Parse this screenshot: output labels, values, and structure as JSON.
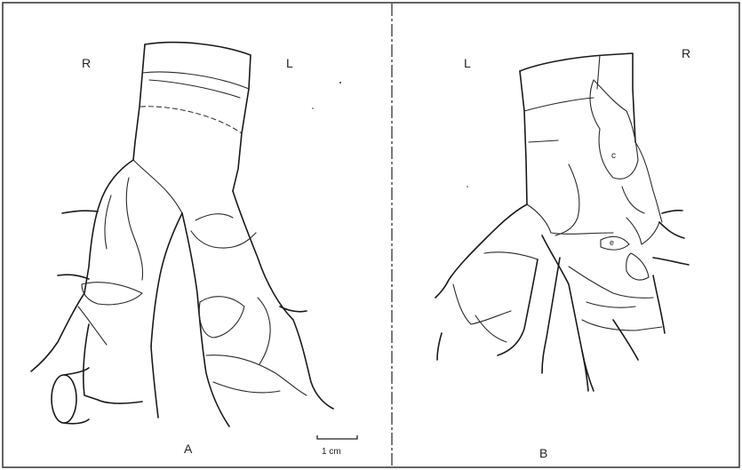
{
  "panels": [
    {
      "id": "A",
      "caption": "A",
      "side_left": "R",
      "side_right": "L",
      "scale_label": "1 cm"
    },
    {
      "id": "B",
      "caption": "B",
      "side_left": "L",
      "side_right": "R",
      "small_labels": [
        "c",
        "e"
      ]
    }
  ],
  "colors": {
    "ink": "#1a1a1a",
    "paper": "#ffffff"
  }
}
